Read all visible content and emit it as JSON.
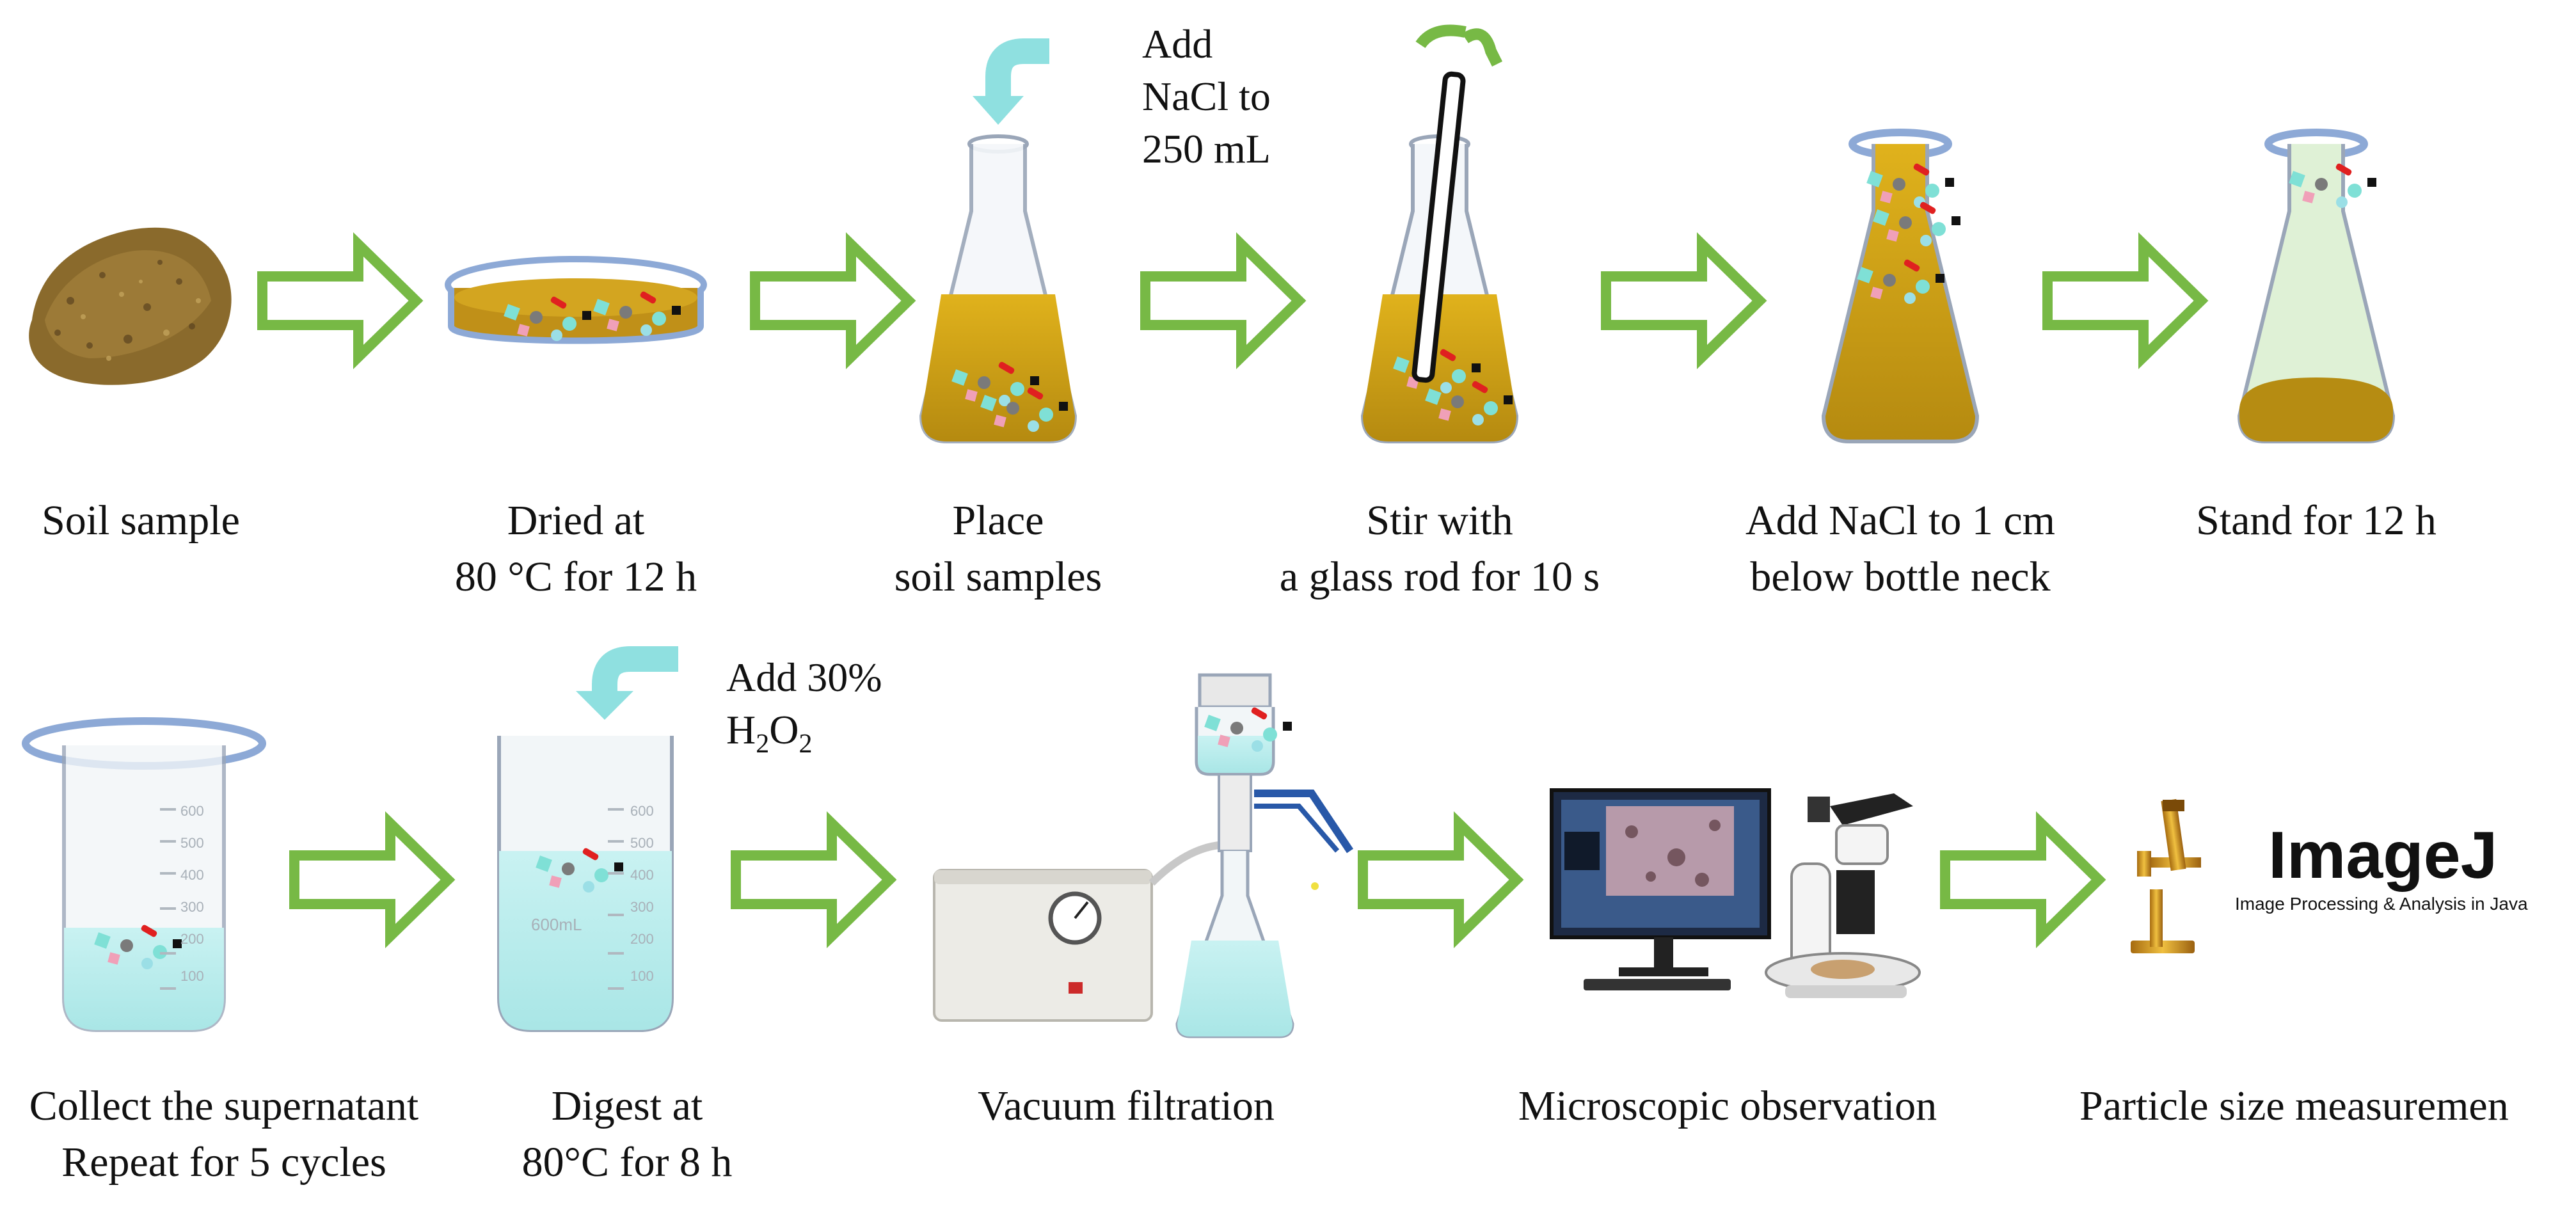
{
  "colors": {
    "arrow_green": "#77b945",
    "cyan_arrow": "#8fe0e0",
    "soil_brown": "#a6822c",
    "liquid_amber": "#c59b14",
    "glass_outline": "#9aa6b8",
    "rim_blue": "#8da9d6",
    "water_cyan": "#bfeeee",
    "clear_green": "#dff1d6"
  },
  "row1": {
    "steps": [
      {
        "lines": [
          "Soil sample"
        ]
      },
      {
        "lines": [
          "Dried at",
          "80 °C for 12 h"
        ]
      },
      {
        "lines": [
          "Place",
          "soil samples"
        ]
      },
      {
        "lines": [
          "Stir with",
          "a glass rod for 10 s"
        ]
      },
      {
        "lines": [
          "Add NaCl to 1 cm",
          "below bottle neck"
        ]
      },
      {
        "lines": [
          "Stand for 12 h"
        ]
      }
    ],
    "note_add_nacl": [
      "Add",
      "NaCl to",
      "250 mL"
    ]
  },
  "row2": {
    "steps": [
      {
        "lines": [
          "Collect the supernatant",
          "Repeat for 5 cycles"
        ]
      },
      {
        "lines": [
          "Digest at",
          "80°C for 8 h"
        ]
      },
      {
        "lines": [
          "Vacuum filtration"
        ]
      },
      {
        "lines": [
          "Microscopic observation"
        ]
      },
      {
        "lines": [
          "Particle size measuremen"
        ]
      }
    ],
    "note_h2o2": {
      "line1": "Add 30%",
      "h": "H",
      "sub1": "2",
      "o": "O",
      "sub2": "2"
    }
  },
  "beaker_marks": [
    "600",
    "500",
    "400",
    "300",
    "200",
    "100"
  ],
  "beaker_volume": "600mL",
  "imagej": {
    "title": "ImageJ",
    "subtitle": "Image Processing & Analysis in Java"
  }
}
